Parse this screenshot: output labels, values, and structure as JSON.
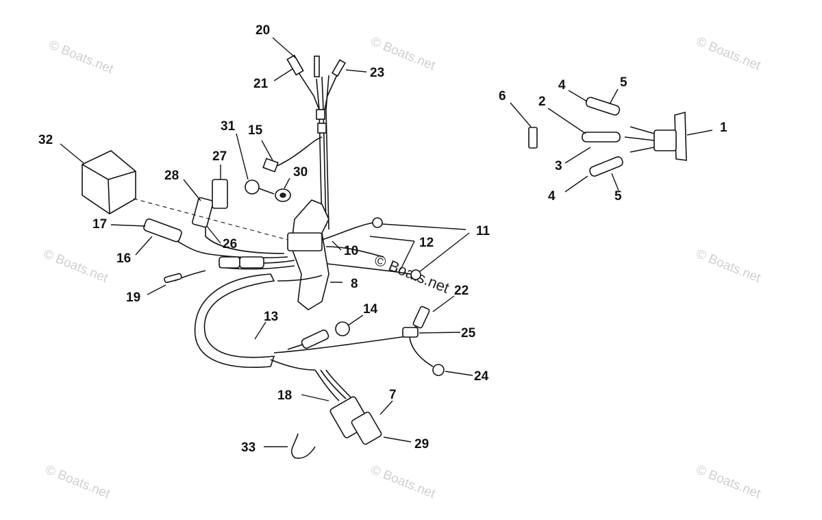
{
  "watermark": {
    "text": "© Boats.net"
  },
  "callouts": [
    "1",
    "2",
    "3",
    "4",
    "4",
    "5",
    "5",
    "6",
    "7",
    "8",
    "10",
    "11",
    "12",
    "13",
    "14",
    "15",
    "16",
    "17",
    "18",
    "19",
    "20",
    "21",
    "22",
    "23",
    "24",
    "25",
    "26",
    "27",
    "28",
    "29",
    "30",
    "31",
    "32",
    "33"
  ]
}
